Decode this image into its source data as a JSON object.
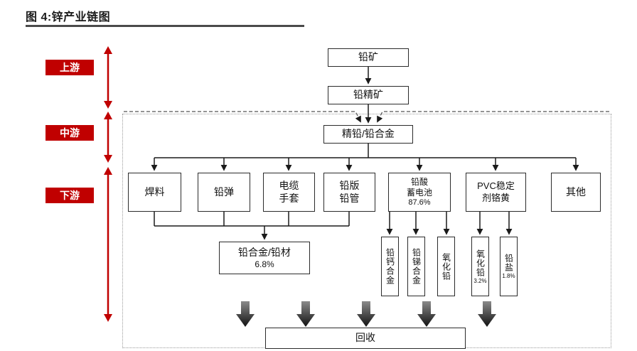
{
  "title": "图 4:锌产业链图",
  "stages": [
    {
      "label": "上游"
    },
    {
      "label": "中游"
    },
    {
      "label": "下游"
    }
  ],
  "chain": {
    "ore": "铅矿",
    "concentrate": "铅精矿",
    "refined": "精铅/铅合金",
    "recycle": "回收"
  },
  "downstream": [
    {
      "label": "焊料"
    },
    {
      "label": "铅弹"
    },
    {
      "label": "电缆\n手套"
    },
    {
      "label": "铅版\n铅管"
    },
    {
      "label": "铅酸\n蓄电池",
      "pct": "87.6%"
    },
    {
      "label": "PVC稳定\n剂铬黄"
    },
    {
      "label": "其他"
    }
  ],
  "alloy": {
    "label": "铅合金/铅材",
    "pct": "6.8%"
  },
  "battery_products": [
    {
      "label": "铅钙合金"
    },
    {
      "label": "铅锑合金"
    },
    {
      "label": "氧化铅"
    }
  ],
  "pvc_products": [
    {
      "label": "氧化铅",
      "pct": "3.2%"
    },
    {
      "label": "铅盐",
      "pct": "1.8%"
    }
  ],
  "colors": {
    "stage_red": "#c00000",
    "line": "#1a1a1a",
    "thick_arrow_dark": "#111111",
    "thick_arrow_light": "#777777"
  }
}
